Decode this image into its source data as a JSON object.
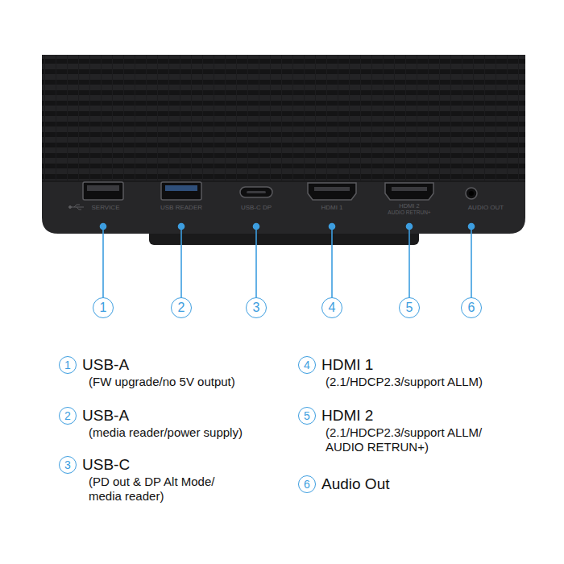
{
  "diagram": {
    "nodes": [
      {
        "text": [
          "1"
        ]
      },
      {
        "text": [
          "2"
        ]
      },
      {
        "text": [
          "3"
        ]
      },
      {
        "text": [
          "4"
        ]
      },
      {
        "text": [
          "5"
        ]
      },
      {
        "text": [
          "6"
        ]
      },
      {
        "text": [
          "1"
        ]
      },
      {
        "text": [
          "2"
        ]
      },
      {
        "text": [
          "3"
        ]
      },
      {
        "text": [
          "4"
        ]
      },
      {
        "text": [
          "5"
        ]
      },
      {
        "text": [
          "6"
        ]
      }
    ],
    "labels": [
      "SERVICE",
      "USB READER",
      "USB-C DP",
      "HDMI 1",
      "HDMI 2",
      "AUDIO RETRUN+",
      "AUDIO OUT",
      "USB-A",
      "(FW upgrade/no 5V output)",
      "USB-A",
      "(media reader/power supply)",
      "USB-C",
      "(PD out & DP Alt Mode/ media reader)",
      "HDMI 1",
      "(2.1/HDCP2.3/support ALLM)",
      "HDMI 2",
      "(2.1/HDCP2.3/support ALLM/ AUDIO RETRUN+)",
      "Audio Out"
    ]
  }
}
